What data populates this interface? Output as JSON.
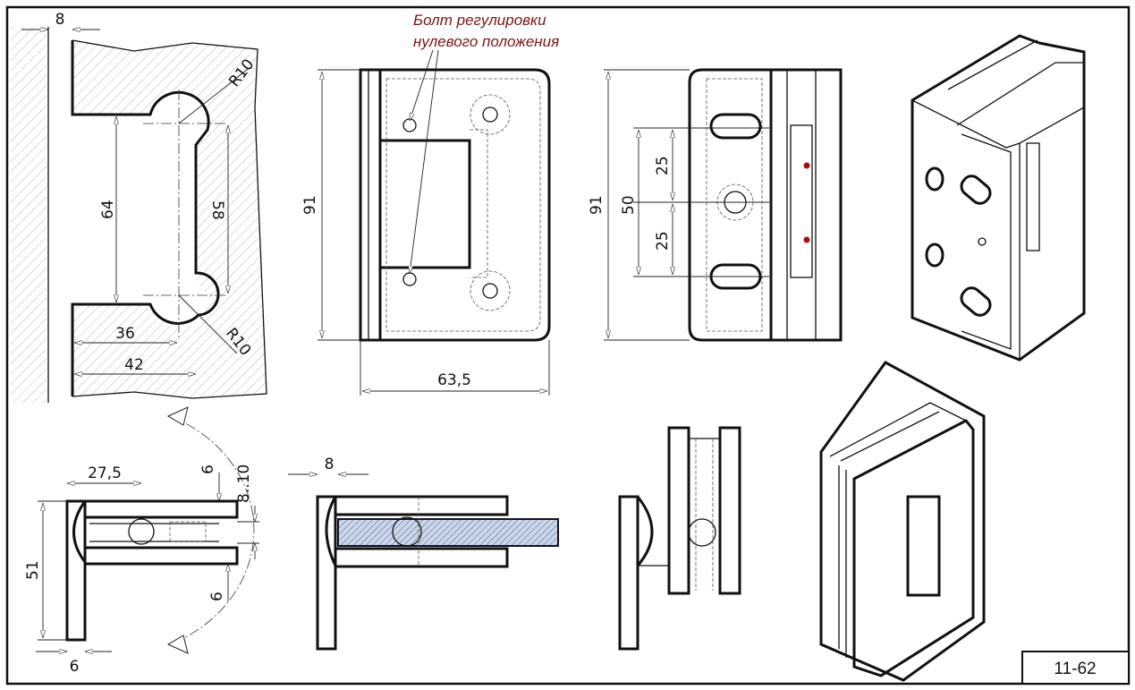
{
  "drawing": {
    "sheet_number": "11-62",
    "annotation": {
      "line1": "Болт регулировки",
      "line2": "нулевого положения",
      "color": "#7a1414"
    },
    "cutout_view": {
      "wall_gap": "8",
      "radius_top": "R10",
      "radius_bottom": "R10",
      "height_outer": "64",
      "height_inner": "58",
      "depth_short": "36",
      "depth_long": "42"
    },
    "front_view": {
      "height": "91",
      "width": "63,5"
    },
    "side_view": {
      "height": "91",
      "slot_span": "50",
      "slot_pitch_top": "25",
      "slot_pitch_bottom": "25"
    },
    "top_view": {
      "offset": "27,5",
      "clamp_top": "6",
      "glass_thickness": "8..10",
      "clamp_bottom": "6",
      "plate_height": "51",
      "plate_thickness": "6"
    },
    "glass_view": {
      "wall_gap": "8"
    }
  }
}
